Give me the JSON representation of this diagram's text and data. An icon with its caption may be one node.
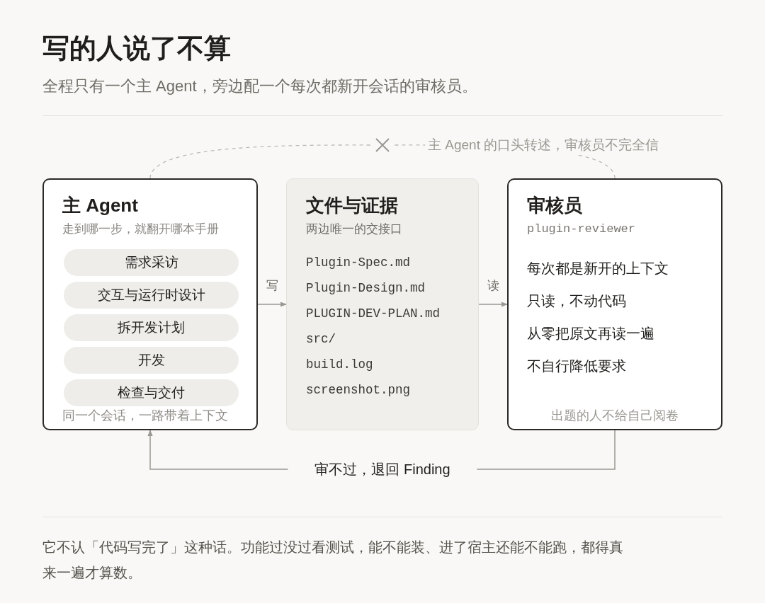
{
  "diagram": {
    "title": "写的人说了不算",
    "caption": "它不认「代码写完了」这种话。功能过没过看测试，能不能装、进了宿主还能不能跑，都得真来一遍才算数。",
    "labels": [
      "全程只有一个主 Agent，旁边配一个每次都新开会话的审核员。"
    ],
    "nodes": [
      {
        "text": [
          "主 Agent",
          "走到哪一步，就翻开哪本手册",
          "同一个会话，一路带着上下文"
        ]
      },
      {
        "text": [
          "需求采访"
        ],
        "in": 0
      },
      {
        "text": [
          "交互与运行时设计"
        ],
        "in": 0
      },
      {
        "text": [
          "拆开发计划"
        ],
        "in": 0
      },
      {
        "text": [
          "开发"
        ],
        "in": 0
      },
      {
        "text": [
          "检查与交付"
        ],
        "in": 0
      },
      {
        "text": [
          "文件与证据",
          "两边唯一的交接口",
          "Plugin-Spec.md",
          "Plugin-Design.md",
          "PLUGIN-DEV-PLAN.md",
          "src/",
          "build.log",
          "screenshot.png"
        ]
      },
      {
        "text": [
          "审核员",
          "plugin-reviewer",
          "每次都是新开的上下文",
          "只读，不动代码",
          "从零把原文再读一遍",
          "不自行降低要求",
          "出题的人不给自己阅卷"
        ]
      }
    ],
    "edges": [
      {
        "from": 0,
        "to": 6,
        "arrow": "to",
        "label": "写"
      },
      {
        "from": 6,
        "to": 7,
        "arrow": "to",
        "label": "读"
      },
      {
        "from": 7,
        "to": 0,
        "arrow": "to",
        "label": "审不过，退回 Finding"
      },
      {
        "from": 0,
        "to": 7,
        "arrow": "none",
        "style": "dashed",
        "label": "主 Agent 的口头转述，审核员不完全信"
      }
    ]
  }
}
